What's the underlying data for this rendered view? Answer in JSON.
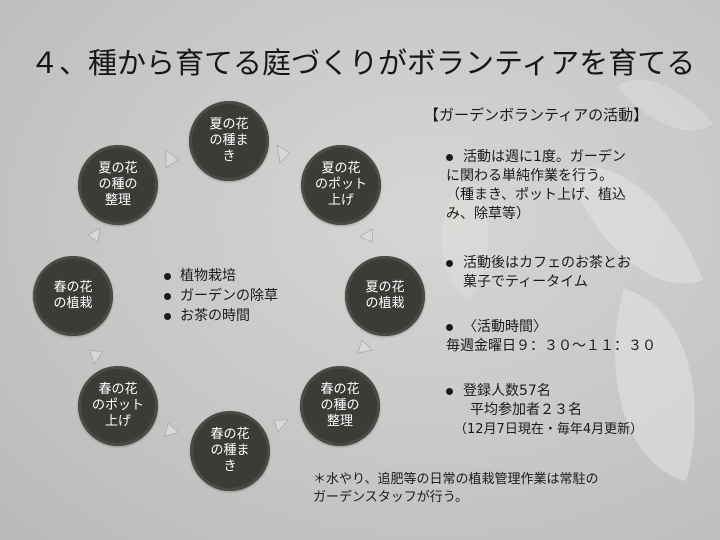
{
  "title": "４、種から育てる庭づくりがボランティアを育てる",
  "cycle": {
    "nodes": [
      "夏の花\nの種ま\nき",
      "夏の花\nのポット\n上げ",
      "夏の花\nの植栽",
      "春の花\nの種の\n整理",
      "春の花\nの種ま\nき",
      "春の花\nのポット\n上げ",
      "春の花\nの植栽",
      "夏の花\nの種の\n整理"
    ],
    "center_items": [
      "植物栽培",
      "ガーデンの除草",
      "お茶の時間"
    ]
  },
  "activities": {
    "heading": "【ガーデンボランティアの活動】",
    "item1_lines": [
      "活動は週に1度。ガーデン",
      "に関わる単純作業を行う。",
      "（種まき、ポット上げ、植込",
      "み、除草等）"
    ],
    "item2_lines": [
      "活動後はカフェのお茶とお",
      "菓子でティータイム"
    ],
    "item3_line1": "〈活動時間〉",
    "item3_line2": "毎週金曜日９：３０～１１：３０",
    "item4_line1": "登録人数57名",
    "item4_line2": "平均参加者２３名",
    "item4_line3": "（12月7日現在・毎年4月更新）"
  },
  "footnote_lines": [
    "＊水やり、追肥等の日常の植栽管理作業は常駐の",
    "ガーデンスタッフが行う。"
  ]
}
